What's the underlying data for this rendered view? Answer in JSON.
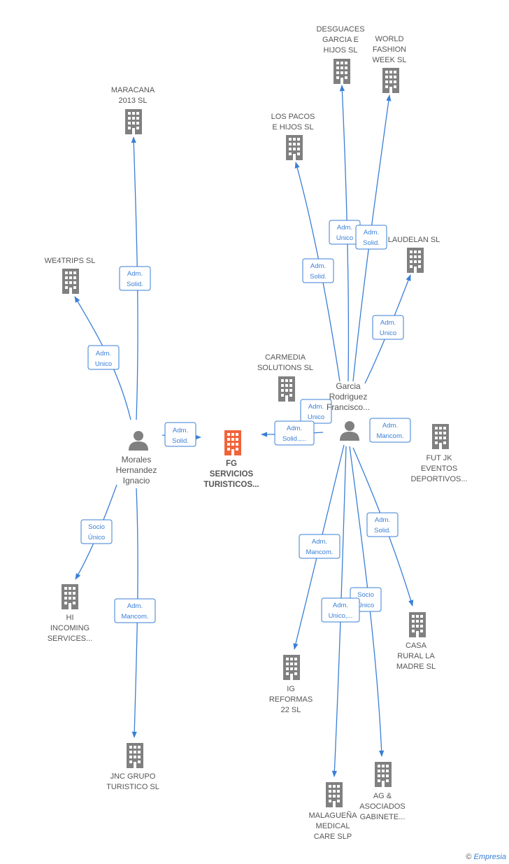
{
  "center": {
    "lines": [
      "FG",
      "SERVICIOS",
      "TURISTICOS..."
    ],
    "color": "#f0643a"
  },
  "persons": {
    "morales": {
      "lines": [
        "Morales",
        "Hernandez",
        "Ignacio"
      ]
    },
    "garcia": {
      "lines": [
        "Garcia",
        "Rodriguez",
        "Francisco..."
      ]
    }
  },
  "companies": {
    "maracana": {
      "lines": [
        "MARACANA",
        "2013  SL"
      ]
    },
    "we4trips": {
      "lines": [
        "WE4TRIPS  SL"
      ]
    },
    "hi_incoming": {
      "lines": [
        "HI",
        "INCOMING",
        "SERVICES..."
      ]
    },
    "jnc": {
      "lines": [
        "JNC GRUPO",
        "TURISTICO  SL"
      ]
    },
    "desguaces": {
      "lines": [
        "DESGUACES",
        "GARCIA E",
        "HIJOS  SL"
      ]
    },
    "world_fashion": {
      "lines": [
        "WORLD",
        "FASHION",
        "WEEK SL"
      ]
    },
    "los_pacos": {
      "lines": [
        "LOS PACOS",
        "E HIJOS  SL"
      ]
    },
    "laudelan": {
      "lines": [
        "LAUDELAN  SL"
      ]
    },
    "carmedia": {
      "lines": [
        "CARMEDIA",
        "SOLUTIONS  SL"
      ]
    },
    "fut_jk": {
      "lines": [
        "FUT JK",
        "EVENTOS",
        "DEPORTIVOS..."
      ]
    },
    "casa_rural": {
      "lines": [
        "CASA",
        "RURAL LA",
        "MADRE SL"
      ]
    },
    "ig_reformas": {
      "lines": [
        "IG",
        "REFORMAS",
        "22  SL"
      ]
    },
    "ag_asociados": {
      "lines": [
        "AG &",
        "ASOCIADOS",
        "GABINETE..."
      ]
    },
    "malaguena": {
      "lines": [
        "MALAGUEÑA",
        "MEDICAL",
        "CARE SLP"
      ]
    }
  },
  "relations": {
    "morales_maracana": [
      "Adm.",
      "Solid."
    ],
    "morales_we4trips": [
      "Adm.",
      "Unico"
    ],
    "morales_fg": [
      "Adm.",
      "Solid."
    ],
    "morales_hi": [
      "Socio",
      "Único"
    ],
    "morales_jnc": [
      "Adm.",
      "Mancom."
    ],
    "garcia_desguaces": [
      "Adm.",
      "Unico"
    ],
    "garcia_world": [
      "Adm.",
      "Solid."
    ],
    "garcia_pacos": [
      "Adm.",
      "Solid."
    ],
    "garcia_laudelan": [
      "Adm.",
      "Unico"
    ],
    "garcia_carmedia": [
      "Adm.",
      "Unico"
    ],
    "garcia_fg": [
      "Adm.",
      "Solid.,..."
    ],
    "garcia_fut": [
      "Adm.",
      "Mancom."
    ],
    "garcia_casa": [
      "Adm.",
      "Solid."
    ],
    "garcia_ig": [
      "Adm.",
      "Mancom."
    ],
    "garcia_ag": [
      "Socio",
      "Único"
    ],
    "garcia_malaguena": [
      "Adm.",
      "Unico,..."
    ]
  },
  "colors": {
    "edge": "#3a7fd5",
    "building": "#808080",
    "center": "#f0643a",
    "text": "#555555"
  },
  "credit": {
    "symbol": "©",
    "brand": "Empresia"
  }
}
